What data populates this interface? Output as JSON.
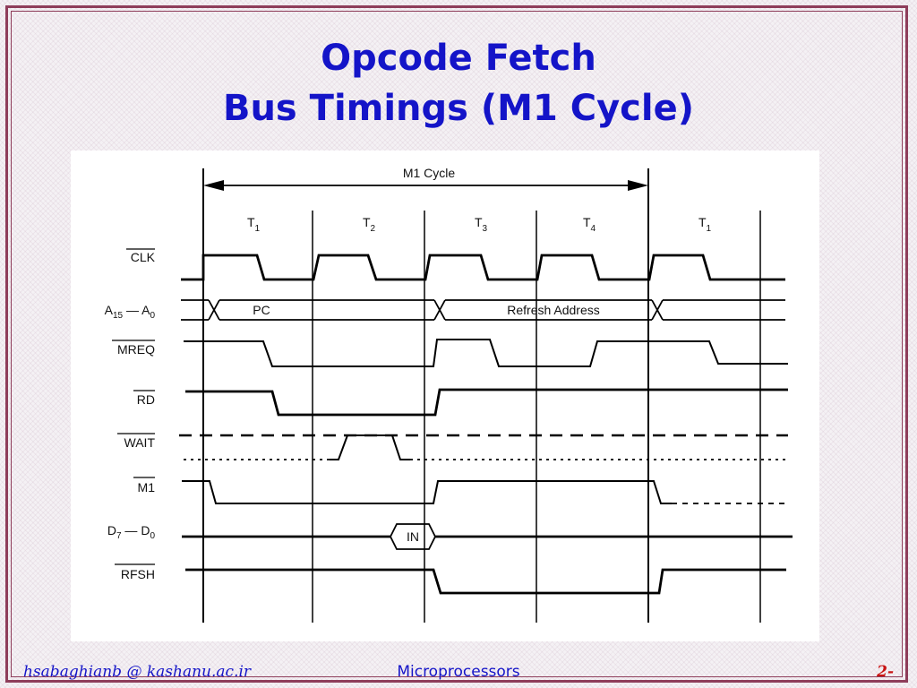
{
  "title": {
    "line1": "Opcode Fetch",
    "line2": "Bus Timings (M1 Cycle)"
  },
  "diagram": {
    "cycle_label": "M1 Cycle",
    "states": [
      {
        "main": "T",
        "sub": "1"
      },
      {
        "main": "T",
        "sub": "2"
      },
      {
        "main": "T",
        "sub": "3"
      },
      {
        "main": "T",
        "sub": "4"
      },
      {
        "main": "T",
        "sub": "1"
      }
    ],
    "signals": {
      "clk": "CLK",
      "addr_main1": "A",
      "addr_sub1": "15",
      "addr_dash": " — A",
      "addr_sub2": "0",
      "mreq": "MREQ",
      "rd": "RD",
      "wait": "WAIT",
      "m1": "M1",
      "data_main1": "D",
      "data_sub1": "7",
      "data_dash": " — D",
      "data_sub2": "0",
      "rfsh": "RFSH"
    },
    "bus_labels": {
      "pc": "PC",
      "refresh": "Refresh Address",
      "data_in": "IN"
    }
  },
  "footer": {
    "left": "hsabaghianb @ kashanu.ac.ir",
    "center": "Microprocessors",
    "right": "2-"
  }
}
